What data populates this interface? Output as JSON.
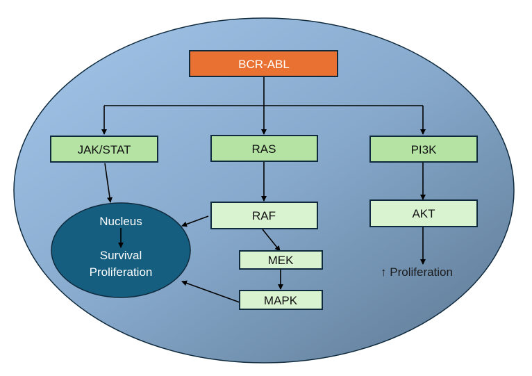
{
  "diagram": {
    "title": "BCR-ABL signaling pathways",
    "colors": {
      "cell_fill_light": "#9cc0e6",
      "cell_fill_dark": "#64829e",
      "cell_stroke": "#0f2a3d",
      "root_fill": "#e97132",
      "level1_fill": "#b4e3a3",
      "level2_fill": "#d9f2d0",
      "node_stroke": "#0f2a3d",
      "nucleus_fill": "#155e80"
    },
    "nodes": {
      "root": {
        "label": "BCR-ABL"
      },
      "jakstat": {
        "label": "JAK/STAT"
      },
      "ras": {
        "label": "RAS"
      },
      "pi3k": {
        "label": "PI3K"
      },
      "raf": {
        "label": "RAF"
      },
      "mek": {
        "label": "MEK"
      },
      "mapk": {
        "label": "MAPK"
      },
      "akt": {
        "label": "AKT"
      },
      "nucleus": {
        "title": "Nucleus",
        "line1": "Survival",
        "line2": "Proliferation"
      },
      "proliferation_out": {
        "label": "↑ Proliferation"
      }
    },
    "edges": [
      {
        "from": "BCR-ABL",
        "to": "JAK/STAT"
      },
      {
        "from": "BCR-ABL",
        "to": "RAS"
      },
      {
        "from": "BCR-ABL",
        "to": "PI3K"
      },
      {
        "from": "JAK/STAT",
        "to": "Nucleus"
      },
      {
        "from": "RAS",
        "to": "RAF"
      },
      {
        "from": "RAF",
        "to": "Nucleus"
      },
      {
        "from": "RAF",
        "to": "MEK"
      },
      {
        "from": "MEK",
        "to": "MAPK"
      },
      {
        "from": "MAPK",
        "to": "Nucleus"
      },
      {
        "from": "PI3K",
        "to": "AKT"
      },
      {
        "from": "AKT",
        "to": "↑ Proliferation"
      },
      {
        "from": "Nucleus",
        "to": "Survival Proliferation"
      }
    ]
  }
}
